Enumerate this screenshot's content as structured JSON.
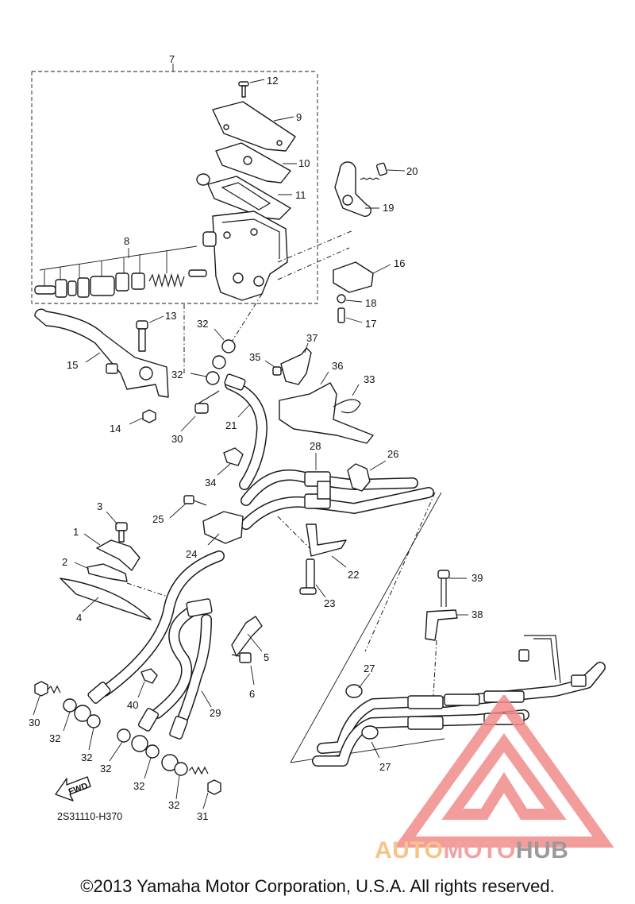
{
  "diagram": {
    "part_numbers": [
      "1",
      "2",
      "3",
      "4",
      "5",
      "6",
      "7",
      "8",
      "9",
      "10",
      "11",
      "12",
      "13",
      "14",
      "15",
      "16",
      "17",
      "18",
      "19",
      "20",
      "21",
      "22",
      "23",
      "24",
      "25",
      "26",
      "27",
      "28",
      "29",
      "30",
      "31",
      "32",
      "33",
      "34",
      "35",
      "36",
      "37",
      "38",
      "39",
      "40"
    ],
    "drawing_code": "2S31110-H370",
    "fwd_label": "FWD"
  },
  "watermark": {
    "part1": "AUTO",
    "part2": "MOTO",
    "part3": "HUB",
    "colors": {
      "auto": "#f6c48a",
      "moto": "#f4a0a0",
      "hub": "#9a9a9a",
      "logo": "#f28b8b"
    }
  },
  "footer": {
    "copyright": "©2013 Yamaha Motor Corporation, U.S.A. All rights reserved."
  }
}
